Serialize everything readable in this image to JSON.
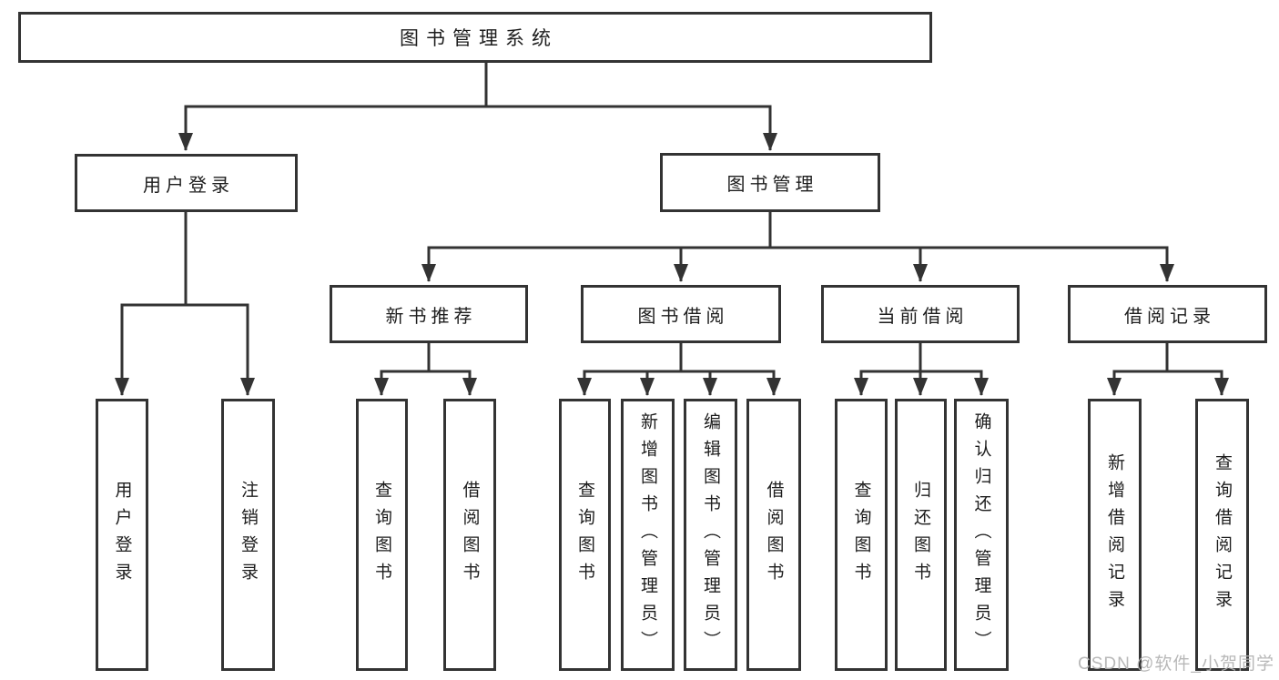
{
  "diagram": {
    "type": "hierarchy-tree",
    "orientation": "top-down"
  },
  "tree": {
    "root": {
      "label": "图书管理系统"
    },
    "level2": [
      {
        "label": "用户登录",
        "children": [
          "用户登录",
          "注销登录"
        ]
      },
      {
        "label": "图书管理",
        "children": [
          {
            "label": "新书推荐",
            "children": [
              "查询图书",
              "借阅图书"
            ]
          },
          {
            "label": "图书借阅",
            "children": [
              "查询图书",
              "新增图书（管理员）",
              "编辑图书（管理员）",
              "借阅图书"
            ]
          },
          {
            "label": "当前借阅",
            "children": [
              "查询图书",
              "归还图书",
              "确认归还（管理员）"
            ]
          },
          {
            "label": "借阅记录",
            "children": [
              "新增借阅记录",
              "查询借阅记录"
            ]
          }
        ]
      }
    ]
  },
  "watermark": {
    "text": "CSDN @软件_小贺同学"
  },
  "colors": {
    "background": "#ffffff",
    "box_fill": "#ffffff",
    "box_border": "#333333",
    "line": "#333333",
    "text": "#1d1d1d",
    "watermark": "#b2b2b2"
  }
}
